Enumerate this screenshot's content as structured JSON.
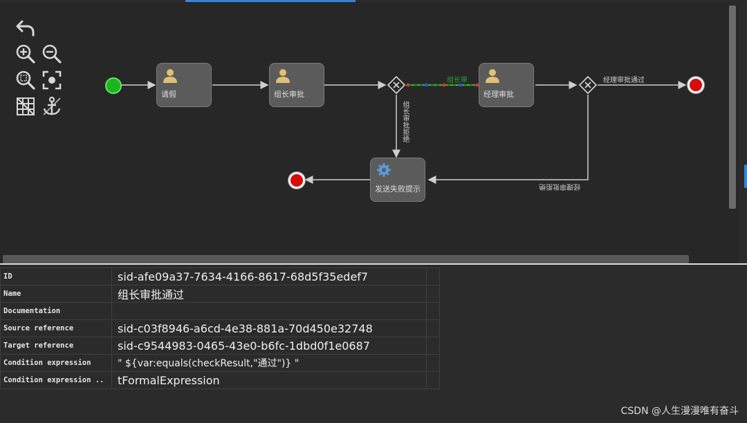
{
  "toolbar": {
    "items": [
      {
        "name": "undo-icon"
      },
      {
        "name": "zoom-in-icon"
      },
      {
        "name": "zoom-out-icon"
      },
      {
        "name": "zoom-fit-icon"
      },
      {
        "name": "zoom-actual-icon"
      },
      {
        "name": "grid-icon"
      },
      {
        "name": "anchor-icon"
      }
    ]
  },
  "diagram": {
    "tasks": {
      "leave": "请假",
      "leader_approval": "组长审批",
      "manager_approval": "经理审批",
      "send_failure": "发送失败提示"
    },
    "edges": {
      "leader_pass": "组长审",
      "leader_reject": "组长审批拒绝",
      "manager_pass": "经理审批通过",
      "manager_reject": "经理审批拒绝"
    },
    "colors": {
      "start": "#1db51d",
      "end": "#d50d0d",
      "task_bg": "#5b5b5b",
      "selected_edge": "#1a8c1a"
    }
  },
  "properties": {
    "rows": [
      {
        "name": "ID",
        "value": "sid-afe09a37-7634-4166-8617-68d5f35edef7"
      },
      {
        "name": "Name",
        "value": "组长审批通过"
      },
      {
        "name": "Documentation",
        "value": ""
      },
      {
        "name": "Source reference",
        "value": "sid-c03f8946-a6cd-4e38-881a-70d450e32748"
      },
      {
        "name": "Target reference",
        "value": "sid-c9544983-0465-43e0-b6fc-1dbd0f1e0687"
      },
      {
        "name": "Condition expression",
        "value": "\"          ${var:equals(checkResult,\"通过\")}          \""
      },
      {
        "name": "Condition expression ..",
        "value": "tFormalExpression"
      }
    ]
  },
  "watermark": "CSDN @人生漫漫唯有奋斗"
}
